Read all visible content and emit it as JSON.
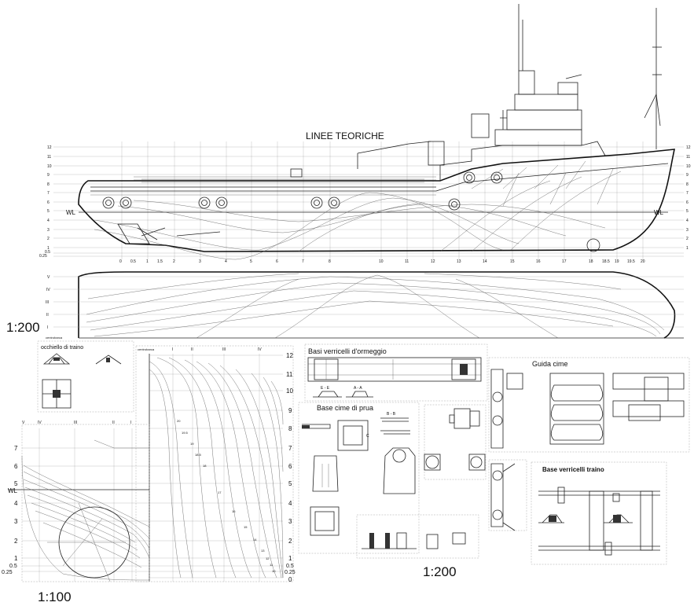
{
  "titles": {
    "main": "LINEE TEORICHE",
    "scale_left": "1:200",
    "scale_bottom_left": "1:100",
    "scale_bottom_mid": "1:200"
  },
  "detail_labels": {
    "occhiello": "occhiello di traino",
    "basi_ormeggio": "Basi verricelli d'ormeggio",
    "base_cime_prua": "Base cime di prua",
    "guida_cime": "Guida cime",
    "base_verricelli_traino": "Base verricelli traino"
  },
  "profile": {
    "waterline_left": "WL",
    "waterline_right": "WL",
    "height_ticks": [
      "12",
      "11",
      "10",
      "9",
      "8",
      "7",
      "6",
      "5",
      "4",
      "3",
      "2",
      "1",
      "0.5",
      "0.25"
    ],
    "stations": [
      "0",
      "0.5",
      "1",
      "1.5",
      "2",
      "3",
      "4",
      "5",
      "6",
      "7",
      "8",
      "10",
      "11",
      "12",
      "13",
      "14",
      "15",
      "16",
      "17",
      "18",
      "18.5",
      "19",
      "19.5",
      "20"
    ]
  },
  "plan": {
    "buttock_ticks": [
      "V",
      "IV",
      "III",
      "II",
      "I"
    ],
    "centerline_label": "centrobarca"
  },
  "body_plan": {
    "heights_right": [
      "12",
      "11",
      "10",
      "9",
      "8",
      "7",
      "6",
      "5",
      "4",
      "3",
      "2",
      "1",
      "0.5",
      "0.25",
      "0"
    ],
    "heights_left": [
      "7",
      "6",
      "5",
      "4",
      "3",
      "2",
      "1",
      "0.5",
      "0.25"
    ],
    "wl_label": "WL",
    "buttocks_top_left": [
      "V",
      "IV",
      "III",
      "II",
      "I"
    ],
    "buttocks_top_right": [
      "I",
      "II",
      "III",
      "IV"
    ],
    "centerline_label": "centrobarca",
    "station_labels": [
      "20",
      "19.5",
      "19",
      "18.5",
      "18",
      "17",
      "16",
      "15",
      "14",
      "13",
      "12",
      "11",
      "10"
    ]
  },
  "sections": {
    "e_e": "E - E",
    "a_a": "A - A",
    "b_b": "B - B",
    "c": "C"
  }
}
